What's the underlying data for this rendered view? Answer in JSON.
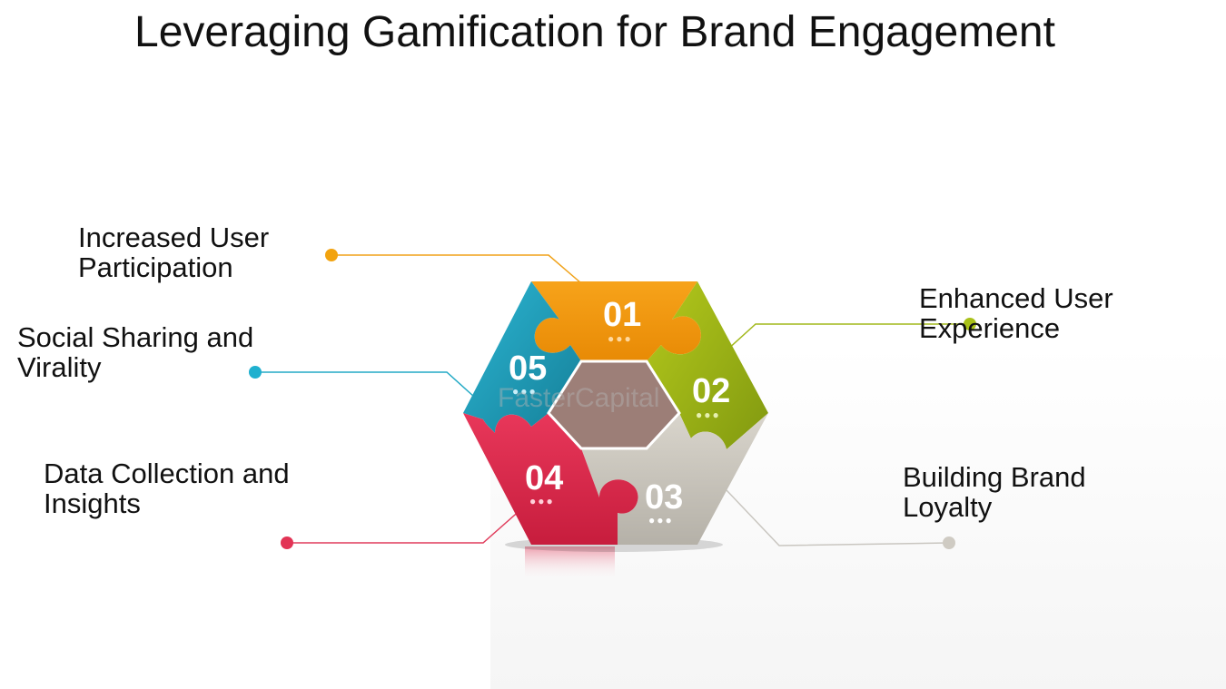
{
  "title": "Leveraging Gamification for Brand Engagement",
  "pieces": [
    {
      "number": "01",
      "label": "Increased User\nParticipation",
      "color": "#f29a0f"
    },
    {
      "number": "02",
      "label": "Enhanced User\nExperience",
      "color": "#9fb71a"
    },
    {
      "number": "03",
      "label": "Building Brand\nLoyalty",
      "color": "#c9c5bd"
    },
    {
      "number": "04",
      "label": "Data Collection and\nInsights",
      "color": "#df2a4c"
    },
    {
      "number": "05",
      "label": "Social Sharing and\nVirality",
      "color": "#1fa7c4"
    }
  ],
  "watermark": "FasterCapital"
}
